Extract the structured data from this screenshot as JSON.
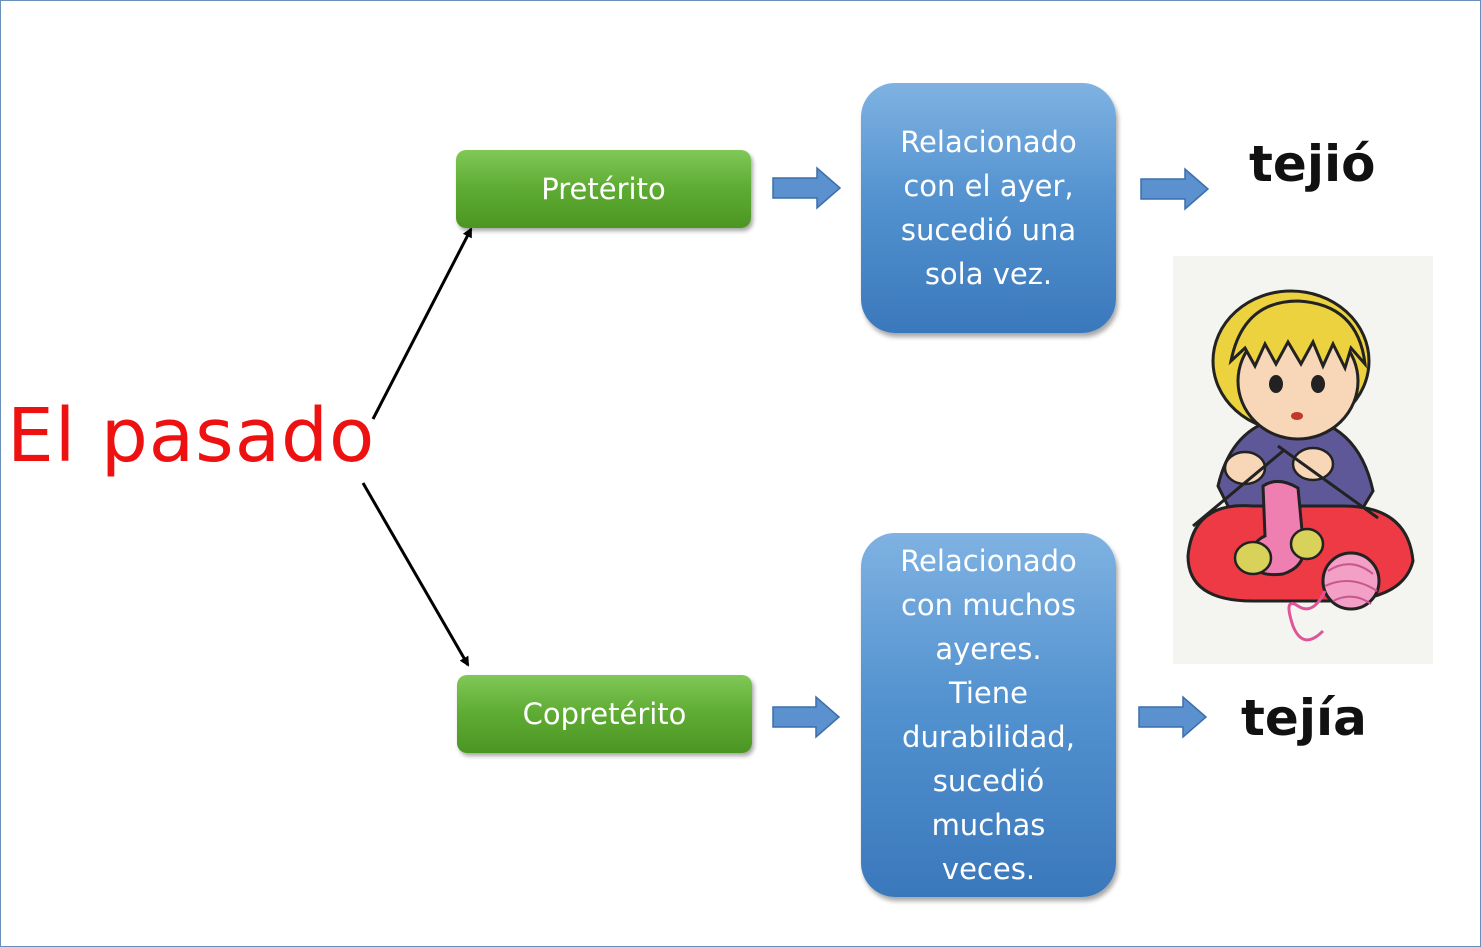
{
  "title": "El pasado",
  "branches": [
    {
      "tense": "Pretérito",
      "description": "Relacionado\ncon el ayer,\nsucedió una\nsola vez.",
      "example": "tejió"
    },
    {
      "tense": "Copretérito",
      "description": "Relacionado\ncon muchos\nayeres.\nTiene\ndurabilidad,\nsucedió\nmuchas\nveces.",
      "example": "tejía"
    }
  ],
  "colors": {
    "title": "#ee1111",
    "tense_box": "#5fac34",
    "description_box": "#4b88c8",
    "block_arrow": "#4f86c6",
    "connector": "#000000"
  },
  "illustration": "girl-knitting-icon"
}
